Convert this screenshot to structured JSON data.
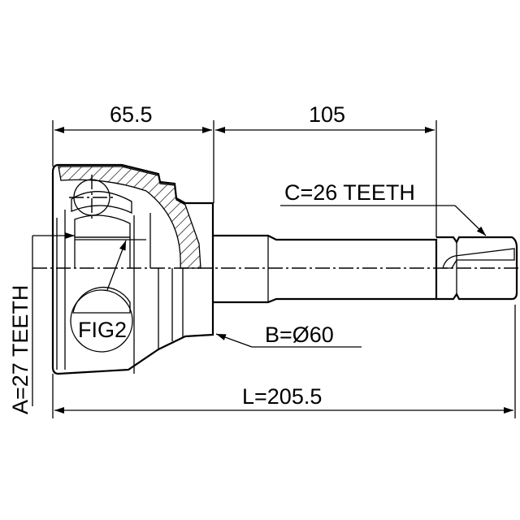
{
  "dimensions": {
    "joint_length": "65.5",
    "shaft_length": "105",
    "total_length": "L=205.5",
    "outer_spline": "C=26 TEETH",
    "inner_spline": "A=27 TEETH",
    "abs_ring": "B=Ø60"
  },
  "figure_label": "FIG2",
  "colors": {
    "line": "#000000",
    "background": "#ffffff"
  }
}
